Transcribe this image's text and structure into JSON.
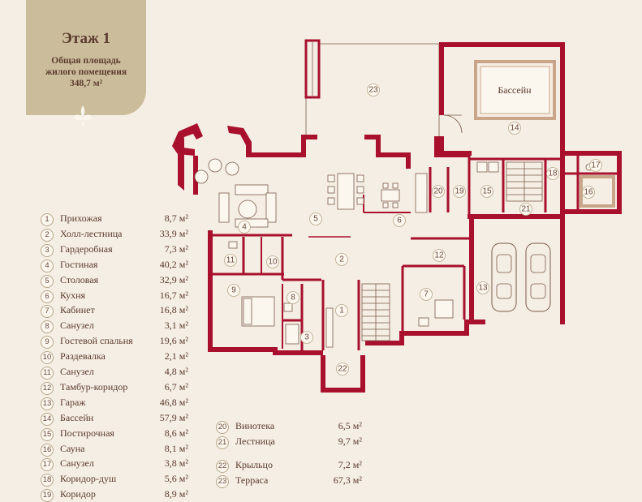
{
  "header": {
    "title": "Этаж 1",
    "subtitle_line1": "Общая площадь",
    "subtitle_line2": "жилого помещения",
    "subtitle_line3": "348,7 м²"
  },
  "legend": [
    {
      "num": "1",
      "label": "Прихожая",
      "area": "8,7 м²"
    },
    {
      "num": "2",
      "label": "Холл-лестница",
      "area": "33,9 м²"
    },
    {
      "num": "3",
      "label": "Гардеробная",
      "area": "7,3 м²"
    },
    {
      "num": "4",
      "label": "Гостиная",
      "area": "40,2 м²"
    },
    {
      "num": "5",
      "label": "Столовая",
      "area": "32,9 м²"
    },
    {
      "num": "6",
      "label": "Кухня",
      "area": "16,7 м²"
    },
    {
      "num": "7",
      "label": "Кабинет",
      "area": "16,8 м²"
    },
    {
      "num": "8",
      "label": "Санузел",
      "area": "3,1 м²"
    },
    {
      "num": "9",
      "label": "Гостевой спальня",
      "area": "19,6 м²"
    },
    {
      "num": "10",
      "label": "Раздевалка",
      "area": "2,1 м²"
    },
    {
      "num": "11",
      "label": "Санузел",
      "area": "4,8 м²"
    },
    {
      "num": "12",
      "label": "Тамбур-коридор",
      "area": "6,7 м²"
    },
    {
      "num": "13",
      "label": "Гараж",
      "area": "46,8 м²"
    },
    {
      "num": "14",
      "label": "Бассейн",
      "area": "57,9 м²"
    },
    {
      "num": "15",
      "label": "Постирочная",
      "area": "8,6 м²"
    },
    {
      "num": "16",
      "label": "Сауна",
      "area": "8,1 м²"
    },
    {
      "num": "17",
      "label": "Санузел",
      "area": "3,8 м²"
    },
    {
      "num": "18",
      "label": "Коридор-душ",
      "area": "5,6 м²"
    },
    {
      "num": "19",
      "label": "Коридор",
      "area": "8,9 м²"
    },
    {
      "num": "20",
      "label": "Винотека",
      "area": "6,5 м²"
    },
    {
      "num": "21",
      "label": "Лестница",
      "area": "9,7 м²"
    },
    {
      "num": "22",
      "label": "Крыльцо",
      "area": "7,2 м²"
    },
    {
      "num": "23",
      "label": "Терраса",
      "area": "67,3 м²"
    }
  ],
  "plan": {
    "pool_label": "Бассейн",
    "room_numbers": [
      "1",
      "2",
      "3",
      "4",
      "5",
      "6",
      "7",
      "8",
      "9",
      "10",
      "11",
      "12",
      "13",
      "14",
      "15",
      "16",
      "17",
      "18",
      "19",
      "20",
      "21",
      "22",
      "23"
    ]
  },
  "colors": {
    "wall": "#a8102e",
    "background": "#f5eee4",
    "plate": "#cbbd9b",
    "text": "#5a3a2e"
  }
}
